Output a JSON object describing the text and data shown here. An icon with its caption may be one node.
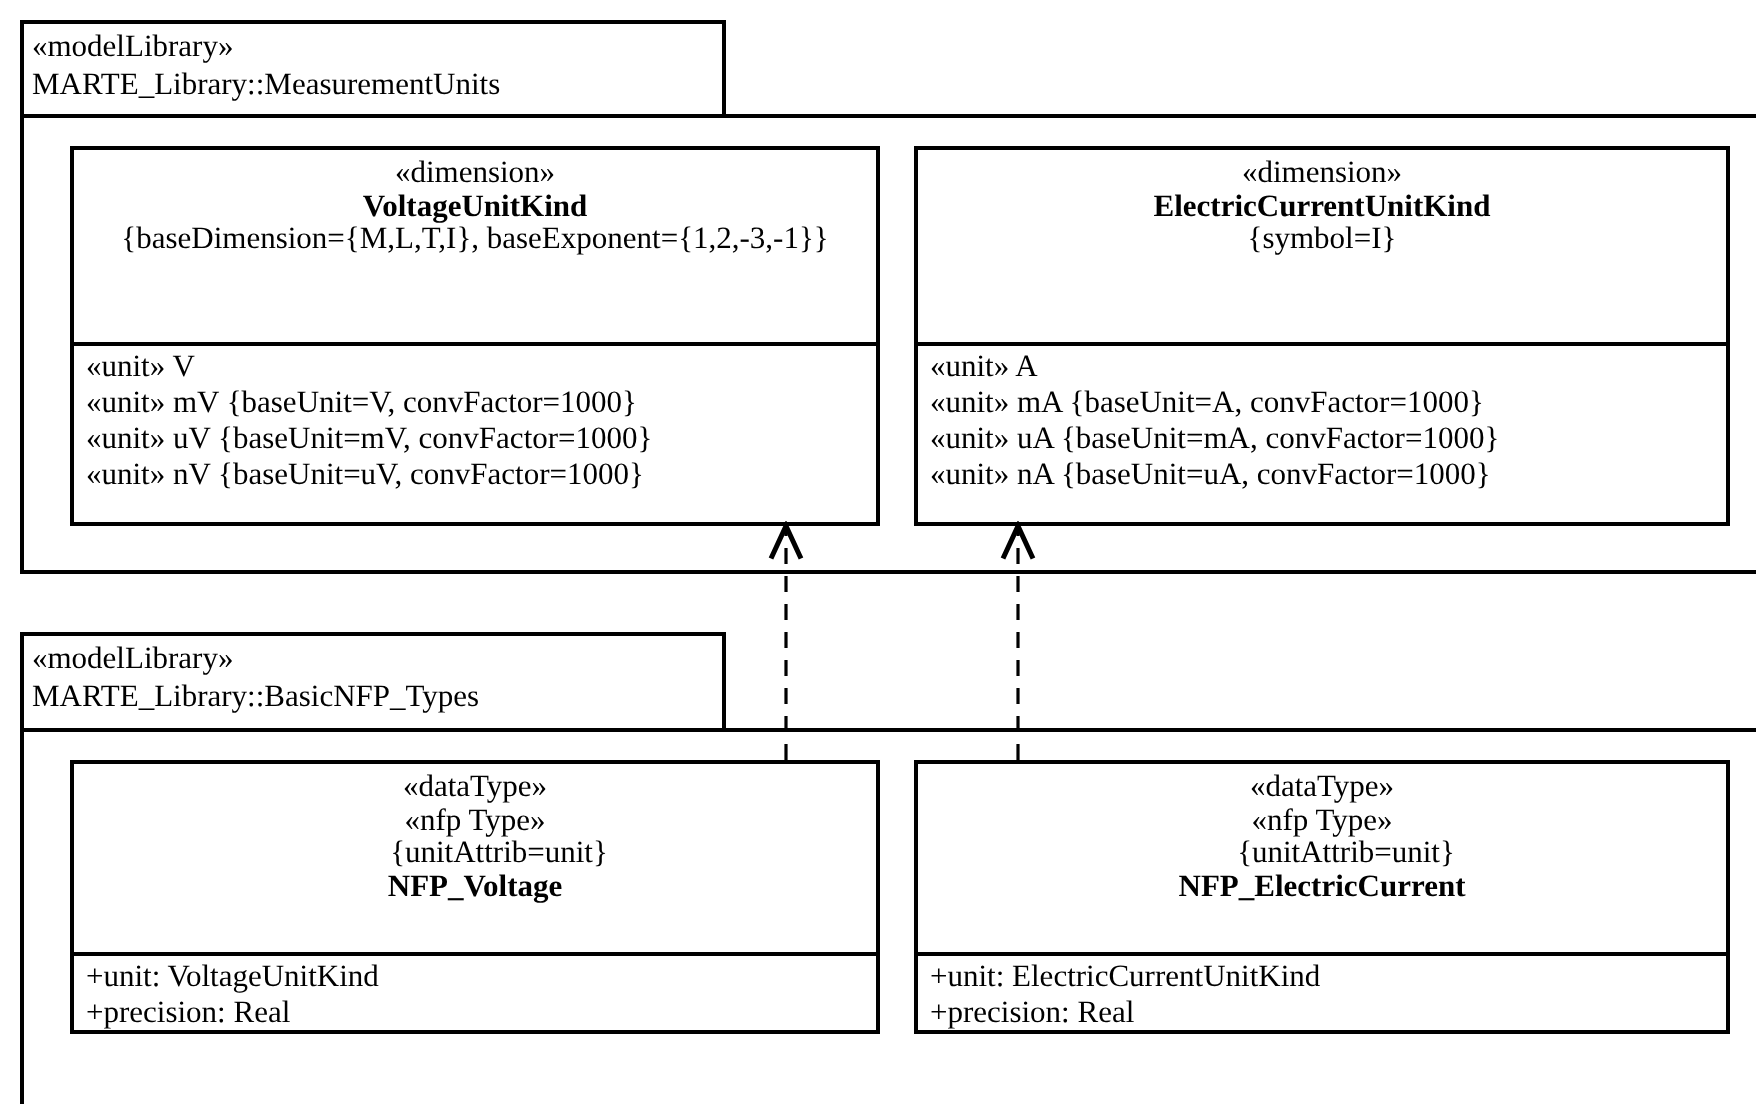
{
  "diagram": {
    "nodes": [
      {
        "text": [
          "«modelLibrary»",
          "MARTE_Library::MeasurementUnits"
        ]
      },
      {
        "text": [
          "«dimension»",
          "VoltageUnitKind",
          "{baseDimension={M,L,T,I}, baseExponent={1,2,-3,-1}}",
          "«unit» V",
          "«unit» mV {baseUnit=V, convFactor=1000}",
          "«unit» uV {baseUnit=mV, convFactor=1000}",
          "«unit» nV {baseUnit=uV, convFactor=1000}"
        ],
        "in": 0
      },
      {
        "text": [
          "«dimension»",
          "ElectricCurrentUnitKind",
          "{symbol=I}",
          "«unit» A",
          "«unit» mA {baseUnit=A, convFactor=1000}",
          "«unit» uA {baseUnit=mA, convFactor=1000}",
          "«unit» nA {baseUnit=uA, convFactor=1000}"
        ],
        "in": 0
      },
      {
        "text": [
          "«modelLibrary»",
          "MARTE_Library::BasicNFP_Types"
        ]
      },
      {
        "text": [
          "«dataType»",
          "«nfp Type»",
          "{unitAttrib=unit}",
          "NFP_Voltage",
          "+unit: VoltageUnitKind",
          "+precision: Real"
        ],
        "in": 3
      },
      {
        "text": [
          "«dataType»",
          "«nfp Type»",
          "{unitAttrib=unit}",
          "NFP_ElectricCurrent",
          "+unit: ElectricCurrentUnitKind",
          "+precision: Real"
        ],
        "in": 3
      }
    ],
    "edges": [
      {
        "from": 4,
        "to": 1,
        "arrow": "to",
        "style": "dashed"
      },
      {
        "from": 5,
        "to": 2,
        "arrow": "to",
        "style": "dashed"
      }
    ]
  }
}
